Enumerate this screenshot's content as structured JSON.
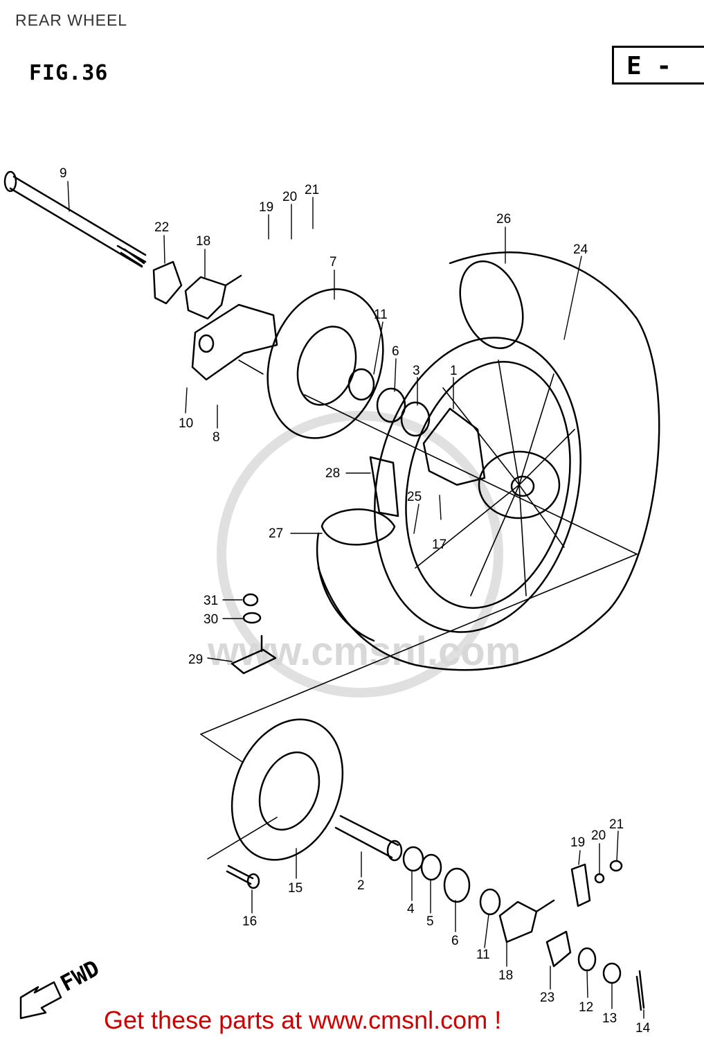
{
  "header": {
    "title": "REAR WHEEL",
    "figure": "FIG.36",
    "region_code": "E -"
  },
  "watermark": "www.cmsnl.com",
  "direction_label": "FWD",
  "footer": {
    "cta": "Get these parts at www.cmsnl.com !"
  },
  "callouts": [
    "1",
    "2",
    "3",
    "4",
    "5",
    "6",
    "6",
    "7",
    "8",
    "9",
    "10",
    "11",
    "11",
    "12",
    "13",
    "14",
    "15",
    "16",
    "17",
    "18",
    "18",
    "19",
    "19",
    "20",
    "20",
    "21",
    "21",
    "22",
    "23",
    "24",
    "25",
    "26",
    "27",
    "28",
    "29",
    "30",
    "31"
  ],
  "colors": {
    "line": "#000000",
    "watermark": "#d8d8d8",
    "cta": "#cc0000"
  }
}
